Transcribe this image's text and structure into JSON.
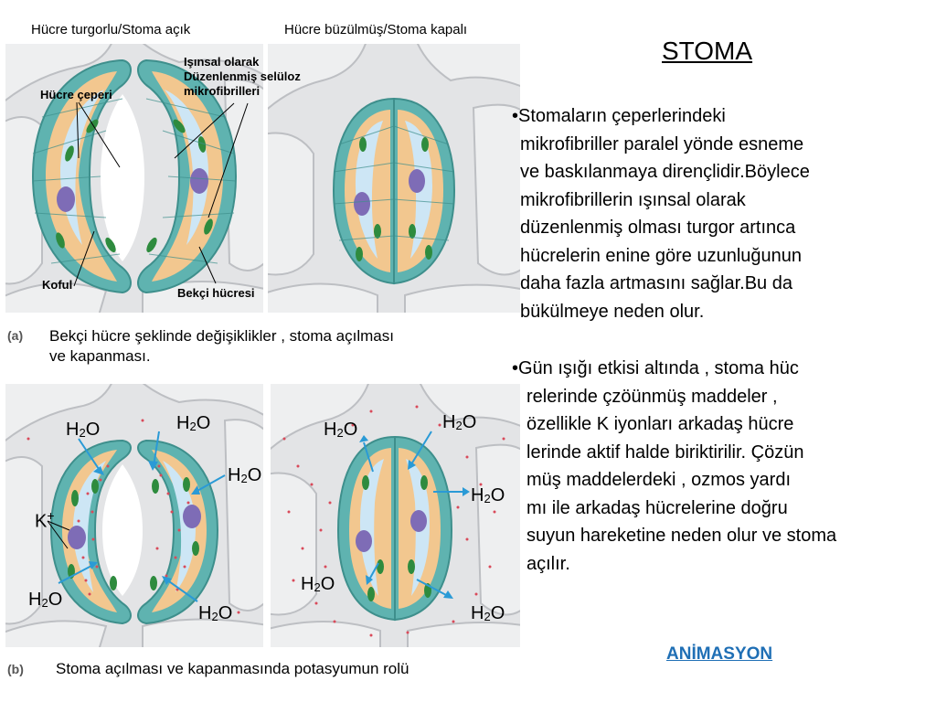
{
  "panel_a": {
    "caption_open": "Hücre turgorlu/Stoma açık",
    "caption_closed": "Hücre büzülmüş/Stoma kapalı",
    "label_cell_wall": "Hücre çeperi",
    "label_microfibrils": [
      "Işınsal olarak",
      "Düzenlenmiş selüloz",
      "mikrofibrilleri"
    ],
    "label_vacuole": "Koful",
    "label_guard_cell": "Bekçi hücresi",
    "tag": "(a)",
    "caption": [
      "Bekçi hücre şeklinde değişiklikler , stoma açılması",
      "ve kapanması."
    ]
  },
  "panel_b": {
    "tag": "(b)",
    "caption": "Stoma açılması ve kapanmasında potasyumun rolü",
    "water": "H",
    "water_sub": "2",
    "water_tail": "O",
    "potassium": "K",
    "potassium_sup": "+"
  },
  "title": "STOMA",
  "paragraph1": [
    "•Stomaların çeperlerindeki",
    "mikrofibriller paralel yönde esneme",
    "ve baskılanmaya dirençlidir.Böylece",
    "mikrofibrillerin ışınsal olarak",
    "düzenlenmiş olması turgor artınca",
    "hücrelerin enine göre uzunluğunun",
    "daha fazla artmasını sağlar.Bu da",
    "bükülmeye neden olur."
  ],
  "paragraph2": [
    "•Gün ışığı etkisi altında , stoma hüc",
    "relerinde çzöünmüş maddeler ,",
    "özellikle K iyonları  arkadaş hücre",
    "lerinde aktif halde biriktirilir. Çözün",
    "müş maddelerdeki  , ozmos yardı",
    "mı ile arkadaş hücrelerine doğru",
    "suyun hareketine neden olur ve stoma",
    "açılır."
  ],
  "link": "ANİMASYON",
  "colors": {
    "guard_wall": "#5fb3b0",
    "guard_inner": "#f2c78f",
    "vacuole": "#cde6f5",
    "nucleus": "#7e6cb6",
    "chloroplast": "#2e8b3e",
    "arrow": "#2a9ad6",
    "ion_dot": "#d94a5a",
    "epidermis": "#e3e4e6",
    "link": "#1f6fb5"
  }
}
